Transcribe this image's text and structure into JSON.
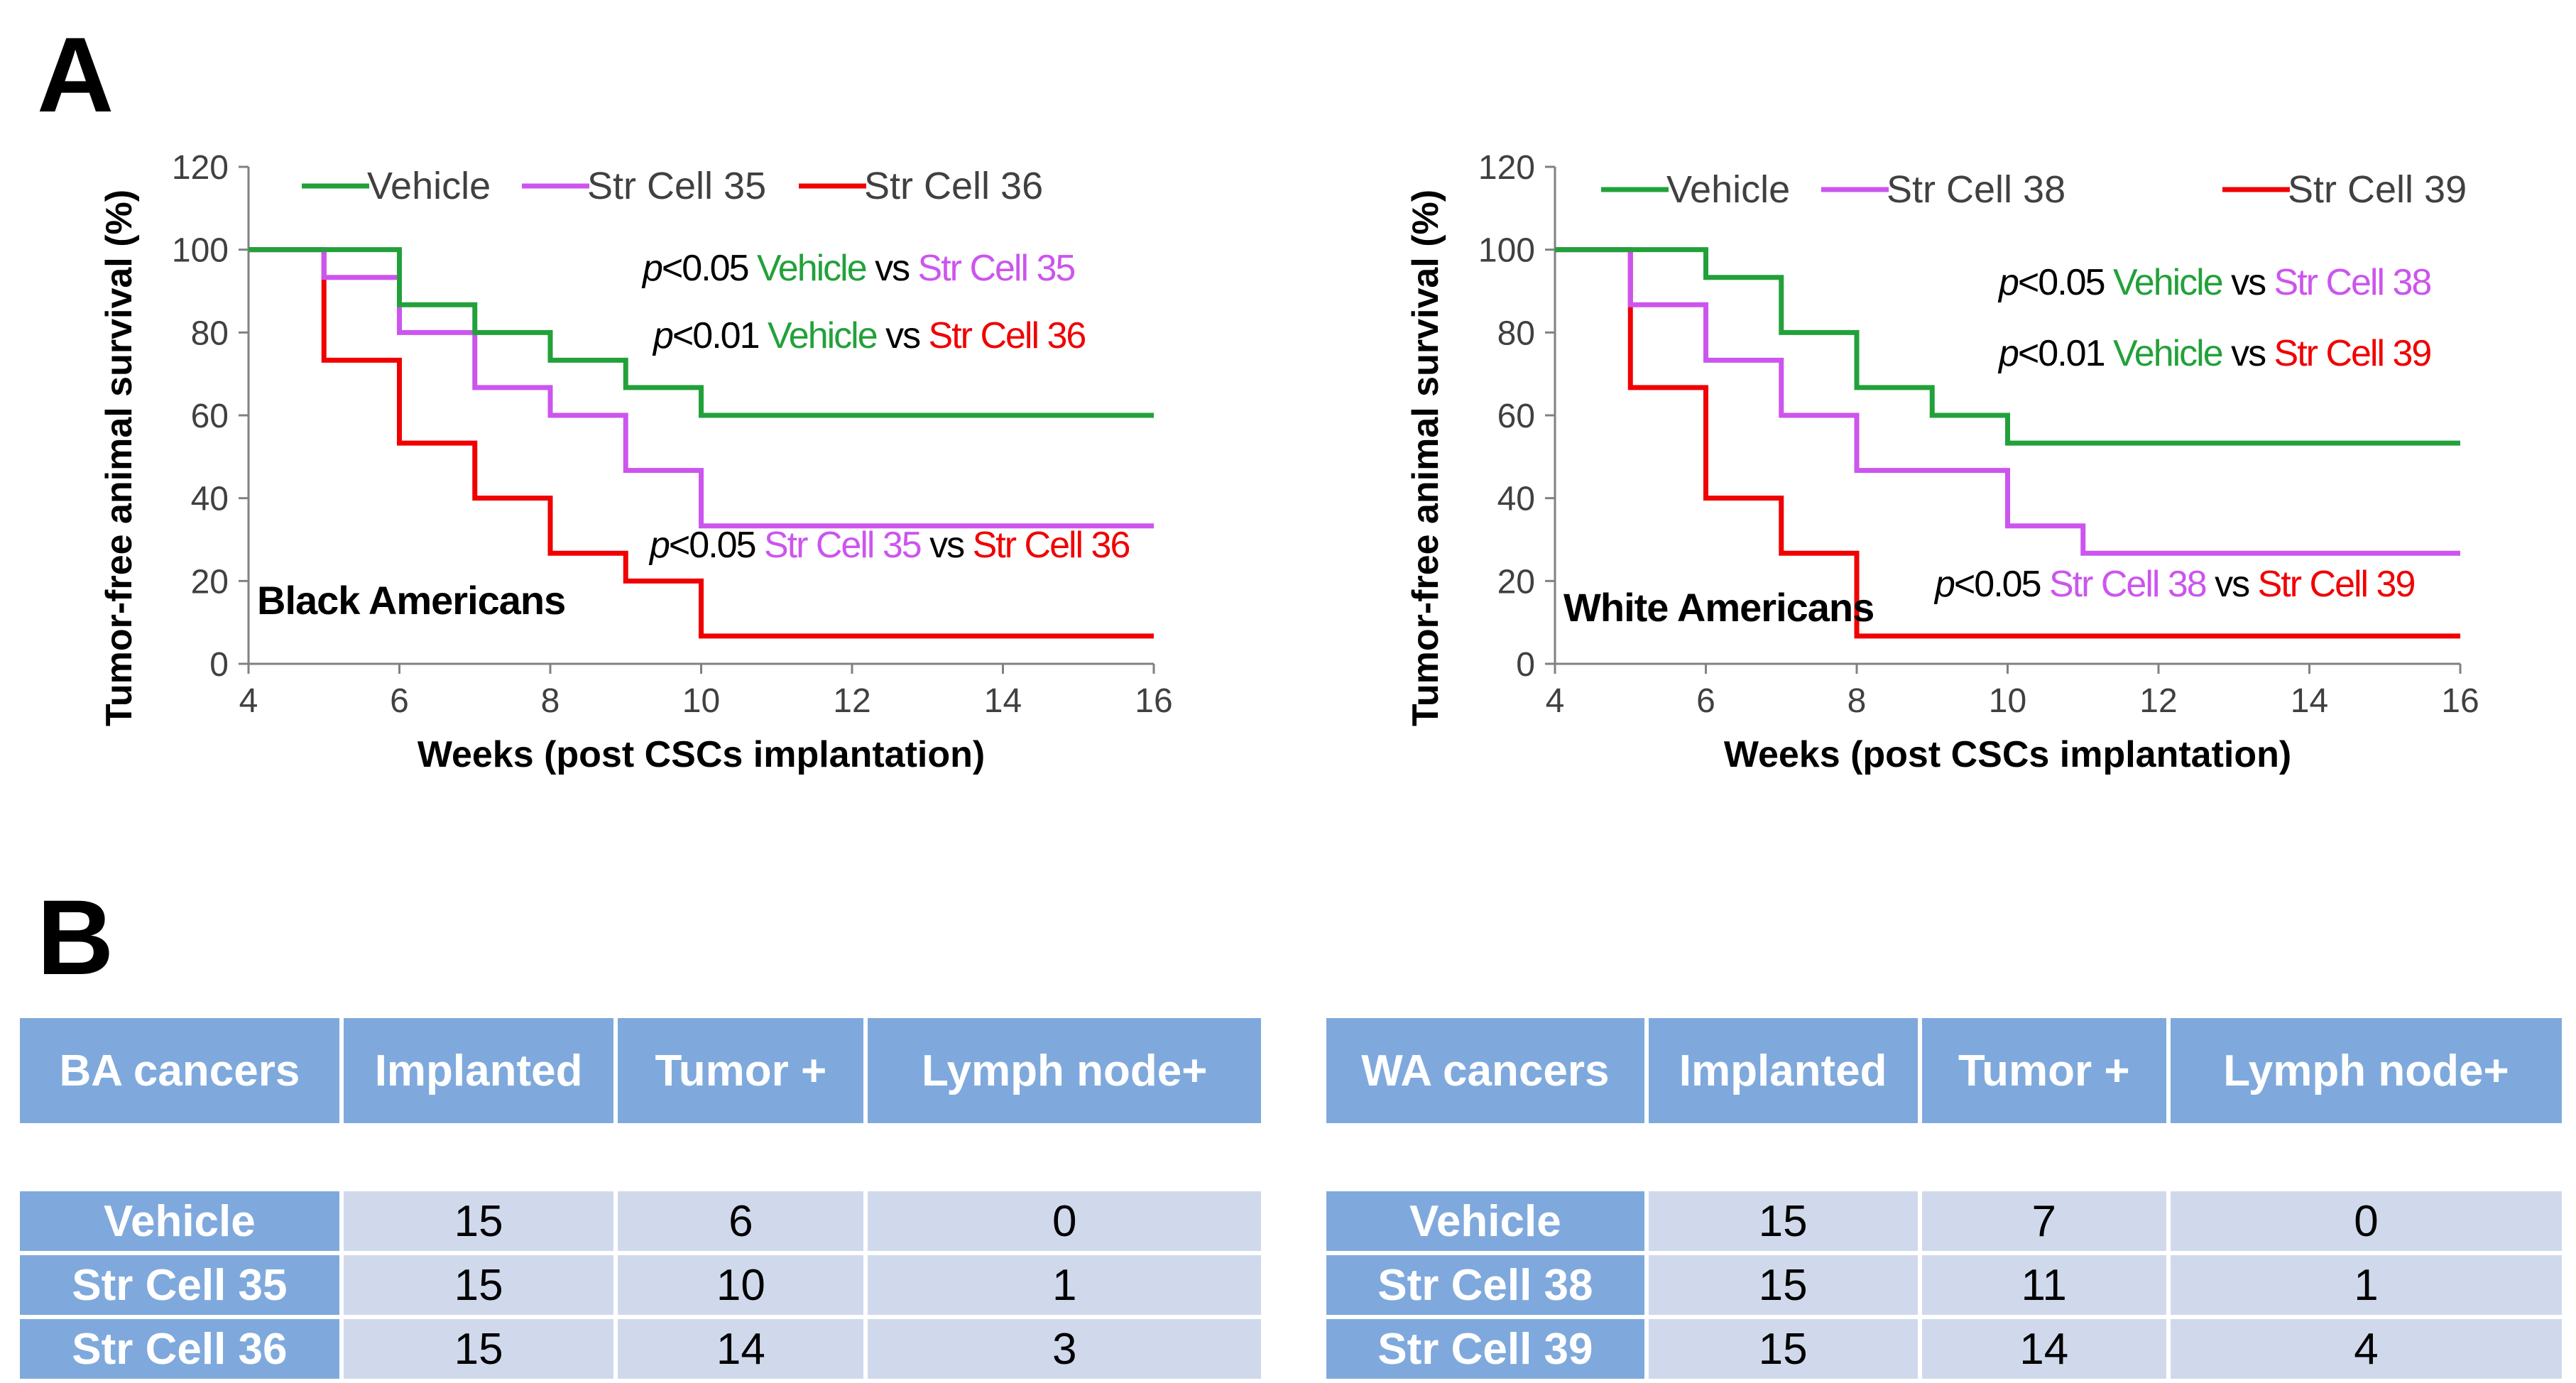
{
  "panels": {
    "a": "A",
    "b": "B"
  },
  "chart_data": [
    {
      "type": "line",
      "step": "post",
      "xlabel": "Weeks (post CSCs implantation)",
      "ylabel": "Tumor-free animal survival (%)",
      "xlim": [
        4,
        16
      ],
      "ylim": [
        0,
        120
      ],
      "xticks": [
        4,
        6,
        8,
        10,
        12,
        14,
        16
      ],
      "yticks": [
        0,
        20,
        40,
        60,
        80,
        100,
        120
      ],
      "group_label": "Black Americans",
      "legend_position": "top",
      "series": [
        {
          "name": "Vehicle",
          "color": "#22a13a",
          "x": [
            4,
            6,
            7,
            8,
            9,
            10,
            16
          ],
          "y": [
            100,
            86.7,
            80,
            73.3,
            66.7,
            60,
            60
          ]
        },
        {
          "name": "Str Cell 35",
          "color": "#cc55ee",
          "x": [
            4,
            5,
            6,
            7,
            8,
            9,
            10,
            16
          ],
          "y": [
            100,
            93.3,
            80,
            66.7,
            60,
            46.7,
            33.3,
            33.3
          ]
        },
        {
          "name": "Str Cell 36",
          "color": "#f00000",
          "x": [
            4,
            5,
            6,
            7,
            8,
            9,
            10,
            16
          ],
          "y": [
            100,
            73.3,
            53.3,
            40,
            26.7,
            20,
            6.7,
            6.7
          ]
        }
      ],
      "annotations": [
        {
          "p": "p",
          "rest": "<0.05",
          "a": "Vehicle",
          "a_color": "#22a13a",
          "vs": "vs",
          "b": "Str Cell 35",
          "b_color": "#cc55ee"
        },
        {
          "p": "p",
          "rest": "<0.01",
          "a": "Vehicle",
          "a_color": "#22a13a",
          "vs": "vs",
          "b": "Str Cell 36",
          "b_color": "#f00000"
        },
        {
          "p": "p",
          "rest": "<0.05",
          "a": "Str Cell 35",
          "a_color": "#cc55ee",
          "vs": "vs",
          "b": "Str Cell 36",
          "b_color": "#f00000"
        }
      ]
    },
    {
      "type": "line",
      "step": "post",
      "xlabel": "Weeks (post CSCs implantation)",
      "ylabel": "Tumor-free animal survival (%)",
      "xlim": [
        4,
        16
      ],
      "ylim": [
        0,
        120
      ],
      "xticks": [
        4,
        6,
        8,
        10,
        12,
        14,
        16
      ],
      "yticks": [
        0,
        20,
        40,
        60,
        80,
        100,
        120
      ],
      "group_label": "White Americans",
      "legend_position": "top",
      "series": [
        {
          "name": "Vehicle",
          "color": "#22a13a",
          "x": [
            4,
            6,
            7,
            8,
            9,
            10,
            16
          ],
          "y": [
            100,
            93.3,
            80,
            66.7,
            60,
            53.3,
            53.3
          ]
        },
        {
          "name": "Str Cell 38",
          "color": "#cc55ee",
          "x": [
            4,
            5,
            6,
            7,
            8,
            10,
            11,
            16
          ],
          "y": [
            100,
            86.7,
            73.3,
            60,
            46.7,
            33.3,
            26.7,
            26.7
          ]
        },
        {
          "name": "Str Cell 39",
          "color": "#f00000",
          "x": [
            4,
            5,
            6,
            7,
            8,
            16
          ],
          "y": [
            100,
            66.7,
            40,
            26.7,
            6.7,
            6.7
          ]
        }
      ],
      "annotations": [
        {
          "p": "p",
          "rest": "<0.05",
          "a": "Vehicle",
          "a_color": "#22a13a",
          "vs": "vs",
          "b": "Str Cell 38",
          "b_color": "#cc55ee"
        },
        {
          "p": "p",
          "rest": "<0.01",
          "a": "Vehicle",
          "a_color": "#22a13a",
          "vs": "vs",
          "b": "Str Cell 39",
          "b_color": "#f00000"
        },
        {
          "p": "p",
          "rest": "<0.05",
          "a": "Str Cell 38",
          "a_color": "#cc55ee",
          "vs": "vs",
          "b": "Str Cell 39",
          "b_color": "#f00000"
        }
      ]
    },
    {
      "type": "table",
      "columns": [
        "BA cancers",
        "Implanted",
        "Tumor +",
        "Lymph node+"
      ],
      "rows": [
        [
          "Vehicle",
          "15",
          "6",
          "0"
        ],
        [
          "Str Cell 35",
          "15",
          "10",
          "1"
        ],
        [
          "Str Cell 36",
          "15",
          "14",
          "3"
        ]
      ]
    },
    {
      "type": "table",
      "columns": [
        "WA cancers",
        "Implanted",
        "Tumor +",
        "Lymph node+"
      ],
      "rows": [
        [
          "Vehicle",
          "15",
          "7",
          "0"
        ],
        [
          "Str Cell 38",
          "15",
          "11",
          "1"
        ],
        [
          "Str Cell 39",
          "15",
          "14",
          "4"
        ]
      ]
    }
  ],
  "colors": {
    "header_fill": "#7fa9dc",
    "cell_fill": "#d0d9ec",
    "axis": "#808080"
  }
}
